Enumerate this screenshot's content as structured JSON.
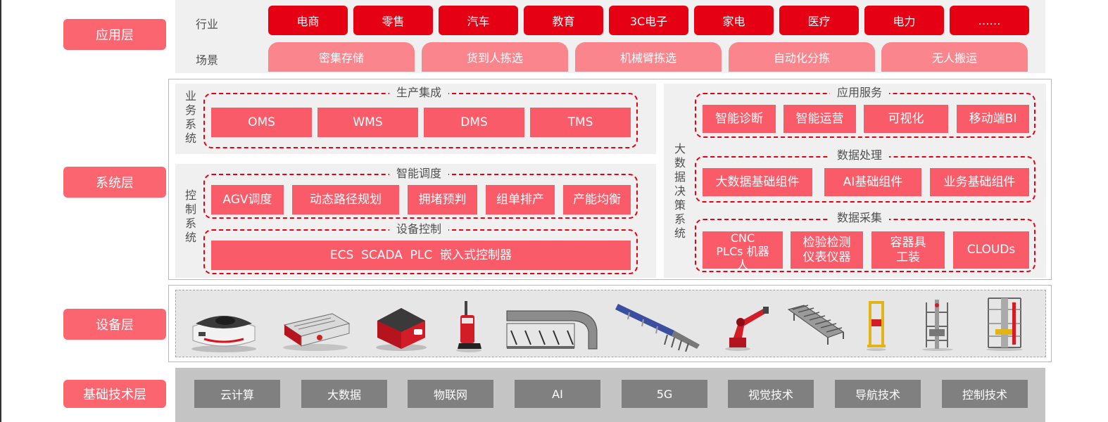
{
  "layers": {
    "app": "应用层",
    "system": "系统层",
    "device": "设备层",
    "base": "基础技术层"
  },
  "app_layer": {
    "industry_label": "行业",
    "scene_label": "场景",
    "industries": [
      "电商",
      "零售",
      "汽车",
      "教育",
      "3C电子",
      "家电",
      "医疗",
      "电力",
      "……"
    ],
    "scenes": [
      "密集存储",
      "货到人拣选",
      "机械臂拣选",
      "自动化分拣",
      "无人搬运"
    ]
  },
  "system_layer": {
    "business": {
      "label": [
        "业",
        "务",
        "系",
        "统"
      ],
      "group_title": "生产集成",
      "items": [
        "OMS",
        "WMS",
        "DMS",
        "TMS"
      ]
    },
    "control": {
      "label": [
        "控",
        "制",
        "系",
        "统"
      ],
      "dispatch_title": "智能调度",
      "dispatch_items": [
        "AGV调度",
        "动态路径规划",
        "拥堵预判",
        "组单排产",
        "产能均衡"
      ],
      "device_title": "设备控制",
      "device_item": "ECS  SCADA  PLC  嵌入式控制器"
    },
    "bigdata": {
      "label": [
        "大",
        "数",
        "据",
        "决",
        "策",
        "系",
        "统"
      ],
      "service_title": "应用服务",
      "service_items": [
        "智能诊断",
        "智能运营",
        "可视化",
        "移动端BI"
      ],
      "processing_title": "数据处理",
      "processing_items": [
        "大数据基础组件",
        "AI基础组件",
        "业务基础组件"
      ],
      "collection_title": "数据采集",
      "collection_items": [
        {
          "line1": "CNC",
          "line2": "PLCs 机器",
          "line3": "人"
        },
        {
          "line1": "检验检测",
          "line2": "仪表仪器"
        },
        {
          "line1": "容器具",
          "line2": "工装"
        },
        {
          "line1": "CLOUDs"
        }
      ]
    }
  },
  "device_layer": {
    "devices": [
      {
        "icon": "latent-agv-robot-icon"
      },
      {
        "icon": "sorting-robot-icon"
      },
      {
        "icon": "red-agv-robot-icon"
      },
      {
        "icon": "forklift-agv-icon"
      },
      {
        "icon": "curved-conveyor-sorter-icon"
      },
      {
        "icon": "linear-sorter-icon"
      },
      {
        "icon": "robotic-arm-icon"
      },
      {
        "icon": "roller-conveyor-icon"
      },
      {
        "icon": "yellow-lift-icon"
      },
      {
        "icon": "shuttle-rack-icon"
      },
      {
        "icon": "stacker-crane-icon"
      }
    ]
  },
  "base_layer": {
    "items": [
      "云计算",
      "大数据",
      "物联网",
      "AI",
      "5G",
      "视觉技术",
      "导航技术",
      "控制技术"
    ]
  },
  "colors": {
    "accent_red": "#e60014",
    "light_red": "#fa858c",
    "pink": "#fa5b69",
    "tag": "#fa6570",
    "tech_grey": "#808080"
  }
}
